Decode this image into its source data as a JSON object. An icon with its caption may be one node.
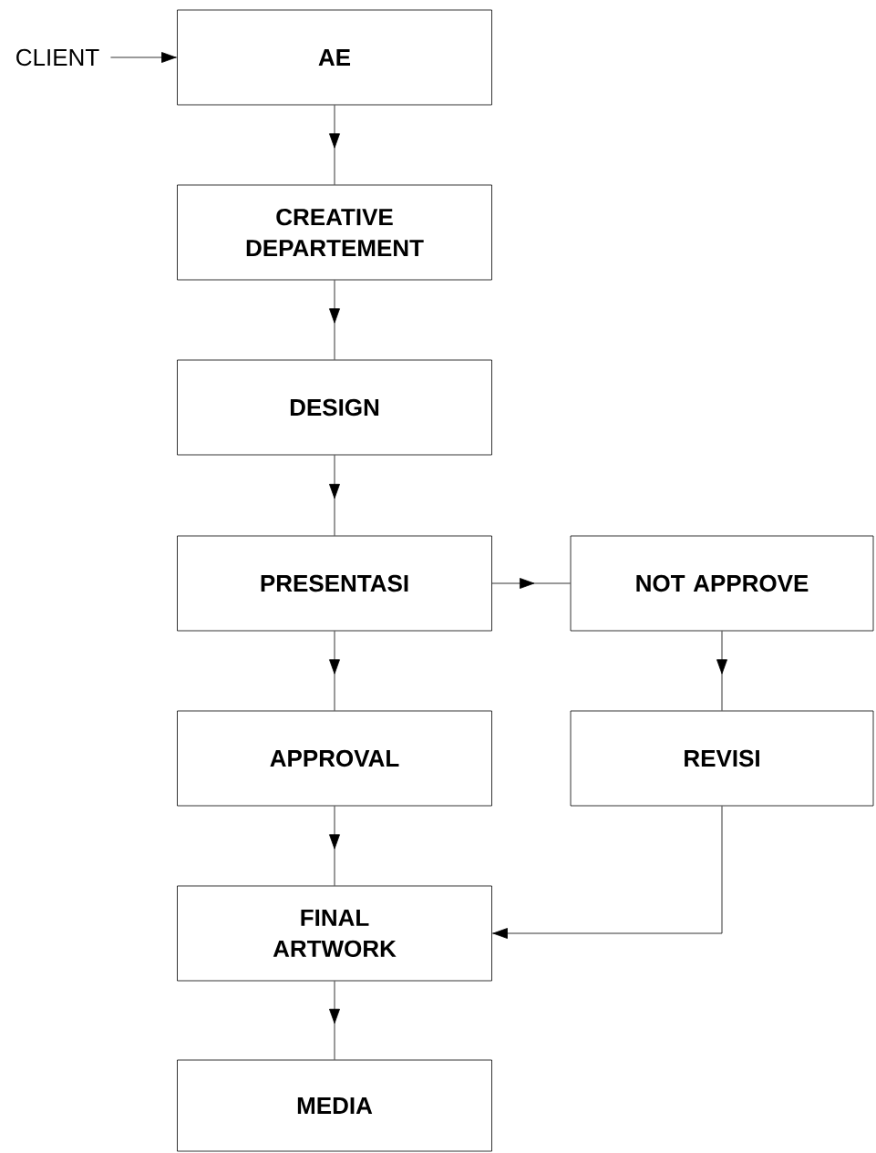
{
  "diagram": {
    "nodes": [
      {
        "text": [
          "CLIENT"
        ]
      },
      {
        "text": [
          "AE"
        ]
      },
      {
        "text": [
          "CREATIVE DEPARTEMENT"
        ]
      },
      {
        "text": [
          "DESIGN"
        ]
      },
      {
        "text": [
          "PRESENTASI"
        ]
      },
      {
        "text": [
          "NOT APPROVE"
        ]
      },
      {
        "text": [
          "APPROVAL"
        ]
      },
      {
        "text": [
          "REVISI"
        ]
      },
      {
        "text": [
          "FINAL ARTWORK"
        ]
      },
      {
        "text": [
          "MEDIA"
        ]
      }
    ],
    "edges": [
      {
        "from": 0,
        "to": 1,
        "arrow": "to"
      },
      {
        "from": 1,
        "to": 2,
        "arrow": "to"
      },
      {
        "from": 2,
        "to": 3,
        "arrow": "to"
      },
      {
        "from": 3,
        "to": 4,
        "arrow": "to"
      },
      {
        "from": 4,
        "to": 5,
        "arrow": "to"
      },
      {
        "from": 4,
        "to": 6,
        "arrow": "to"
      },
      {
        "from": 5,
        "to": 7,
        "arrow": "to"
      },
      {
        "from": 6,
        "to": 8,
        "arrow": "to"
      },
      {
        "from": 7,
        "to": 8,
        "arrow": "to"
      },
      {
        "from": 8,
        "to": 9,
        "arrow": "to"
      }
    ]
  }
}
